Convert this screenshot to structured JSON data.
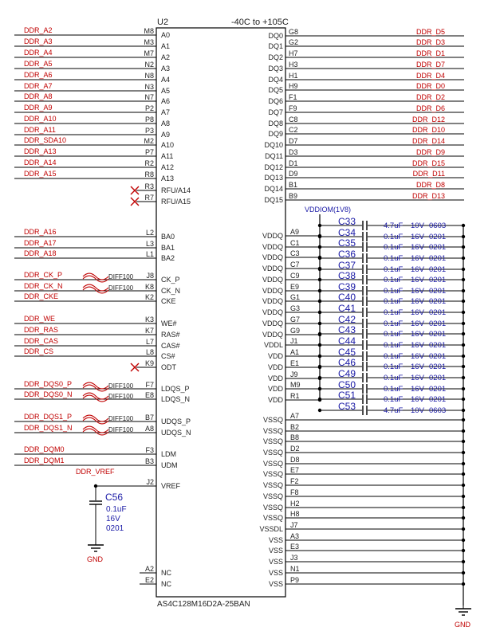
{
  "part": {
    "designator": "U2",
    "temp_range": "-40C to +105C",
    "part_number": "AS4C128M16D2A-25BAN"
  },
  "left_pins": [
    {
      "net": "DDR_A2",
      "num": "M8",
      "name": "A0"
    },
    {
      "net": "DDR_A3",
      "num": "M3",
      "name": "A1"
    },
    {
      "net": "DDR_A4",
      "num": "M7",
      "name": "A2"
    },
    {
      "net": "DDR_A5",
      "num": "N2",
      "name": "A3"
    },
    {
      "net": "DDR_A6",
      "num": "N8",
      "name": "A4"
    },
    {
      "net": "DDR_A7",
      "num": "N3",
      "name": "A5"
    },
    {
      "net": "DDR_A8",
      "num": "N7",
      "name": "A6"
    },
    {
      "net": "DDR_A9",
      "num": "P2",
      "name": "A7"
    },
    {
      "net": "DDR_A10",
      "num": "P8",
      "name": "A8"
    },
    {
      "net": "DDR_A11",
      "num": "P3",
      "name": "A9"
    },
    {
      "net": "DDR_SDA10",
      "num": "M2",
      "name": "A10"
    },
    {
      "net": "DDR_A13",
      "num": "P7",
      "name": "A11"
    },
    {
      "net": "DDR_A14",
      "num": "R2",
      "name": "A12"
    },
    {
      "net": "DDR_A15",
      "num": "R8",
      "name": "A13"
    },
    {
      "net": "",
      "num": "R3",
      "name": "RFU/A14",
      "nc": true
    },
    {
      "net": "",
      "num": "R7",
      "name": "RFU/A15",
      "nc": true
    },
    {
      "net": "DDR_A16",
      "num": "L2",
      "name": "BA0"
    },
    {
      "net": "DDR_A17",
      "num": "L3",
      "name": "BA1"
    },
    {
      "net": "DDR_A18",
      "num": "L1",
      "name": "BA2"
    },
    {
      "net": "DDR_CK_P",
      "num": "J8",
      "name": "CK_P",
      "diff": "DIFF100"
    },
    {
      "net": "DDR_CK_N",
      "num": "K8",
      "name": "CK_N",
      "diff": "DIFF100"
    },
    {
      "net": "DDR_CKE",
      "num": "K2",
      "name": "CKE"
    },
    {
      "net": "DDR_WE",
      "num": "K3",
      "name": "WE#"
    },
    {
      "net": "DDR_RAS",
      "num": "K7",
      "name": "RAS#"
    },
    {
      "net": "DDR_CAS",
      "num": "L7",
      "name": "CAS#"
    },
    {
      "net": "DDR_CS",
      "num": "L8",
      "name": "CS#"
    },
    {
      "net": "",
      "num": "K9",
      "name": "ODT",
      "nc": true
    },
    {
      "net": "DDR_DQS0_P",
      "num": "F7",
      "name": "LDQS_P",
      "diff": "DIFF100"
    },
    {
      "net": "DDR_DQS0_N",
      "num": "E8",
      "name": "LDQS_N",
      "diff": "DIFF100"
    },
    {
      "net": "DDR_DQS1_P",
      "num": "B7",
      "name": "UDQS_P",
      "diff": "DIFF100"
    },
    {
      "net": "DDR_DQS1_N",
      "num": "A8",
      "name": "UDQS_N",
      "diff": "DIFF100"
    },
    {
      "net": "DDR_DQM0",
      "num": "F3",
      "name": "LDM"
    },
    {
      "net": "DDR_DQM1",
      "num": "B3",
      "name": "UDM"
    },
    {
      "net": "DDR_VREF",
      "num": "J2",
      "name": "VREF"
    },
    {
      "net": "",
      "num": "A2",
      "name": "NC"
    },
    {
      "net": "",
      "num": "E2",
      "name": "NC"
    }
  ],
  "right_dq_pins": [
    {
      "num": "G8",
      "name": "DQ0",
      "net": "DDR_D5"
    },
    {
      "num": "G2",
      "name": "DQ1",
      "net": "DDR_D3"
    },
    {
      "num": "H7",
      "name": "DQ2",
      "net": "DDR_D1"
    },
    {
      "num": "H3",
      "name": "DQ3",
      "net": "DDR_D7"
    },
    {
      "num": "H1",
      "name": "DQ4",
      "net": "DDR_D4"
    },
    {
      "num": "H9",
      "name": "DQ5",
      "net": "DDR_D0"
    },
    {
      "num": "F1",
      "name": "DQ6",
      "net": "DDR_D2"
    },
    {
      "num": "F9",
      "name": "DQ7",
      "net": "DDR_D6"
    },
    {
      "num": "C8",
      "name": "DQ8",
      "net": "DDR_D12"
    },
    {
      "num": "C2",
      "name": "DQ9",
      "net": "DDR_D10"
    },
    {
      "num": "D7",
      "name": "DQ10",
      "net": "DDR_D14"
    },
    {
      "num": "D3",
      "name": "DQ11",
      "net": "DDR_D9"
    },
    {
      "num": "D1",
      "name": "DQ12",
      "net": "DDR_D15"
    },
    {
      "num": "D9",
      "name": "DQ13",
      "net": "DDR_D11"
    },
    {
      "num": "B1",
      "name": "DQ14",
      "net": "DDR_D8"
    },
    {
      "num": "B9",
      "name": "DQ15",
      "net": "DDR_D13"
    }
  ],
  "power_net": "VDDIOM(1V8)",
  "right_power_pins": [
    {
      "num": "A9",
      "name": "VDDQ"
    },
    {
      "num": "C1",
      "name": "VDDQ"
    },
    {
      "num": "C3",
      "name": "VDDQ"
    },
    {
      "num": "C7",
      "name": "VDDQ"
    },
    {
      "num": "C9",
      "name": "VDDQ"
    },
    {
      "num": "E9",
      "name": "VDDQ"
    },
    {
      "num": "G1",
      "name": "VDDQ"
    },
    {
      "num": "G3",
      "name": "VDDQ"
    },
    {
      "num": "G7",
      "name": "VDDQ"
    },
    {
      "num": "G9",
      "name": "VDDQ"
    },
    {
      "num": "J1",
      "name": "VDDL"
    },
    {
      "num": "A1",
      "name": "VDD"
    },
    {
      "num": "E1",
      "name": "VDD"
    },
    {
      "num": "J9",
      "name": "VDD"
    },
    {
      "num": "M9",
      "name": "VDD"
    },
    {
      "num": "R1",
      "name": "VDD"
    }
  ],
  "right_gnd_pins": [
    {
      "num": "A7",
      "name": "VSSQ"
    },
    {
      "num": "B2",
      "name": "VSSQ"
    },
    {
      "num": "B8",
      "name": "VSSQ"
    },
    {
      "num": "D2",
      "name": "VSSQ"
    },
    {
      "num": "D8",
      "name": "VSSQ"
    },
    {
      "num": "E7",
      "name": "VSSQ"
    },
    {
      "num": "F2",
      "name": "VSSQ"
    },
    {
      "num": "F8",
      "name": "VSSQ"
    },
    {
      "num": "H2",
      "name": "VSSQ"
    },
    {
      "num": "H8",
      "name": "VSSQ"
    },
    {
      "num": "J7",
      "name": "VSSDL"
    },
    {
      "num": "A3",
      "name": "VSS"
    },
    {
      "num": "E3",
      "name": "VSS"
    },
    {
      "num": "J3",
      "name": "VSS"
    },
    {
      "num": "N1",
      "name": "VSS"
    },
    {
      "num": "P9",
      "name": "VSS"
    }
  ],
  "decoupling_caps": [
    {
      "ref": "C33",
      "value": "4.7uF",
      "voltage": "10V",
      "package": "0603"
    },
    {
      "ref": "C34",
      "value": "0.1uF",
      "voltage": "16V",
      "package": "0201"
    },
    {
      "ref": "C35",
      "value": "0.1uF",
      "voltage": "16V",
      "package": "0201"
    },
    {
      "ref": "C36",
      "value": "0.1uF",
      "voltage": "16V",
      "package": "0201"
    },
    {
      "ref": "C37",
      "value": "0.1uF",
      "voltage": "16V",
      "package": "0201"
    },
    {
      "ref": "C38",
      "value": "0.1uF",
      "voltage": "16V",
      "package": "0201"
    },
    {
      "ref": "C39",
      "value": "0.1uF",
      "voltage": "16V",
      "package": "0201"
    },
    {
      "ref": "C40",
      "value": "0.1uF",
      "voltage": "16V",
      "package": "0201"
    },
    {
      "ref": "C41",
      "value": "0.1uF",
      "voltage": "16V",
      "package": "0201"
    },
    {
      "ref": "C42",
      "value": "0.1uF",
      "voltage": "16V",
      "package": "0201"
    },
    {
      "ref": "C43",
      "value": "0.1uF",
      "voltage": "16V",
      "package": "0201"
    },
    {
      "ref": "C44",
      "value": "0.1uF",
      "voltage": "16V",
      "package": "0201"
    },
    {
      "ref": "C45",
      "value": "0.1uF",
      "voltage": "16V",
      "package": "0201"
    },
    {
      "ref": "C46",
      "value": "0.1uF",
      "voltage": "16V",
      "package": "0201"
    },
    {
      "ref": "C49",
      "value": "0.1uF",
      "voltage": "16V",
      "package": "0201"
    },
    {
      "ref": "C50",
      "value": "0.1uF",
      "voltage": "16V",
      "package": "0201"
    },
    {
      "ref": "C51",
      "value": "0.1uF",
      "voltage": "16V",
      "package": "0201"
    },
    {
      "ref": "C53",
      "value": "4.7uF",
      "voltage": "10V",
      "package": "0603"
    }
  ],
  "vref_cap": {
    "ref": "C56",
    "value": "0.1uF",
    "voltage": "16V",
    "package": "0201"
  },
  "gnd_label": "GND"
}
